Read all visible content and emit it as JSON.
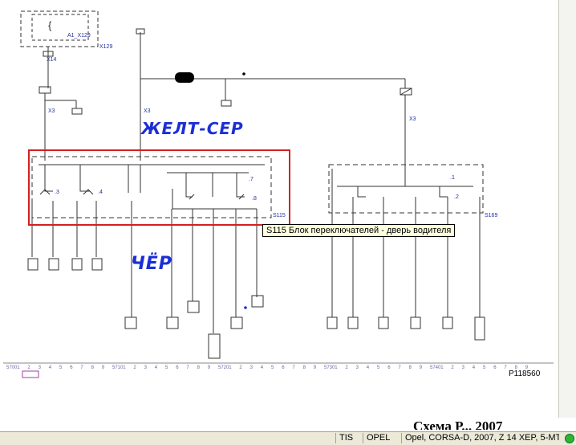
{
  "diagram": {
    "connector_top": "A1_X129",
    "connector_top_ref": "X129",
    "pin_x": "X14",
    "pin_x3": "X3",
    "cursor_char": "{",
    "comp_left": "S115",
    "comp_right": "S169",
    "pin_labels": [
      ".3",
      ".4",
      ".7",
      ".8",
      ".1",
      ".2"
    ],
    "ruler_numbers": [
      "5700",
      "1",
      "2",
      "3",
      "4",
      "5",
      "6",
      "7",
      "8",
      "9",
      "5710",
      "1",
      "2",
      "3",
      "4",
      "5",
      "6",
      "7",
      "8",
      "9",
      "5720",
      "1",
      "2",
      "3",
      "4",
      "5",
      "6",
      "7",
      "8",
      "9",
      "5730",
      "1",
      "2",
      "3",
      "4",
      "5",
      "6",
      "7",
      "8",
      "9",
      "5740",
      "1",
      "2",
      "3",
      "4",
      "5",
      "6",
      "7",
      "8",
      "9"
    ],
    "doc_number": "P118560",
    "highlight_color": "#d32020",
    "line_color": "#333333",
    "note_color": "#1c2fd6"
  },
  "annotations": {
    "yellow_grey": "ЖЕЛТ-СЕР",
    "black": "ЧЁР"
  },
  "tooltip": "S115 Блок переключателей - дверь водителя",
  "page_title": "Схема Р... 2007",
  "statusbar": {
    "system": "TIS",
    "brand": "OPEL",
    "vehicle": "Opel, CORSA-D, 2007, Z 14 XEP, 5-MT",
    "status_icon": "green-circle-icon"
  }
}
